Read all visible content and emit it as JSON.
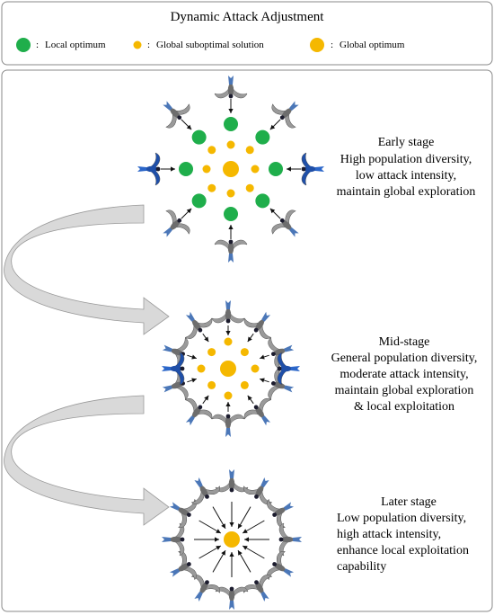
{
  "header": {
    "title": "Dynamic Attack Adjustment",
    "legend": [
      {
        "label": "Local optimum",
        "color": "#1fae4b",
        "marker": "large-green-circle"
      },
      {
        "label": "Global suboptimal solution",
        "color": "#f5b800",
        "marker": "small-yellow-circle"
      },
      {
        "label": "Global optimum",
        "color": "#f5b800",
        "marker": "large-yellow-circle"
      }
    ],
    "legend_separator": ":"
  },
  "stages": [
    {
      "heading": "Early stage",
      "lines": [
        "High population diversity,",
        "low attack intensity,",
        "maintain global exploration"
      ],
      "local_optimum_count": 8,
      "suboptimal_count": 8,
      "bird_count": 8
    },
    {
      "heading": "Mid-stage",
      "lines": [
        "General population diversity,",
        "moderate attack intensity,",
        "maintain global exploration",
        "& local exploitation"
      ],
      "local_optimum_count": 0,
      "suboptimal_count": 8,
      "bird_count": 10
    },
    {
      "heading": "Later stage",
      "lines": [
        "Low population diversity,",
        "high attack intensity,",
        "enhance local exploitation",
        "capability"
      ],
      "local_optimum_count": 0,
      "suboptimal_count": 0,
      "bird_count": 12
    }
  ],
  "colors": {
    "green": "#1fae4b",
    "yellow": "#f5b800",
    "bird_gray": "#9a9a9a",
    "bird_blue": "#1f4fa8",
    "arrow_fill": "#d9d9d9",
    "frame": "#8a8a8a"
  }
}
